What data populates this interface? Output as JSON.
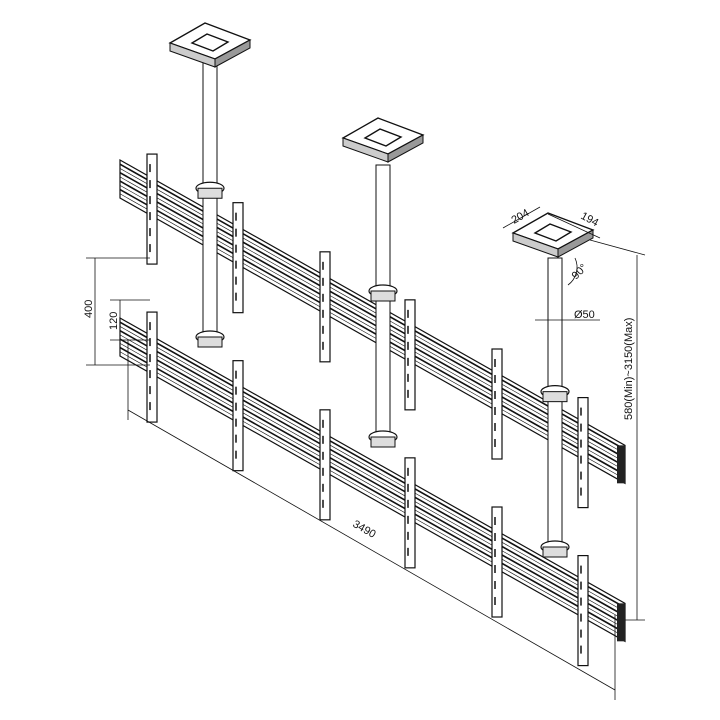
{
  "dimensions": {
    "plate_width": "204",
    "plate_depth": "194",
    "rotation": "90°",
    "pole_diameter": "Ø50",
    "height_range": "580(Min)~3150(Max)",
    "rail_spacing": "400",
    "bracket_offset": "120",
    "total_length": "3490"
  },
  "colors": {
    "line": "#111111",
    "background": "#ffffff"
  }
}
